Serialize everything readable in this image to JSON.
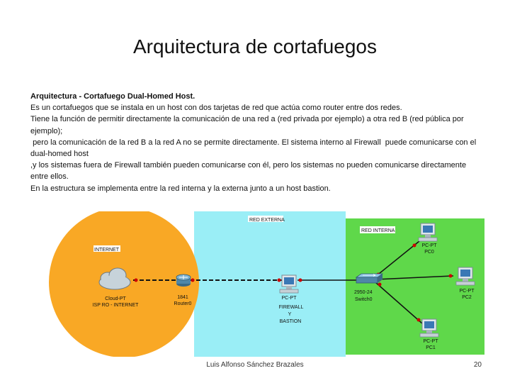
{
  "title": "Arquitectura de cortafuegos",
  "body": {
    "line1": "Arquitectura - Cortafuego Dual-Homed Host.",
    "line2": "Es un cortafuegos que se instala en un host con dos tarjetas de red que actúa como router entre dos redes.",
    "line3": "Tiene la función de permitir directamente la comunicación de una red a (red privada por ejemplo) a otra red B (red pública por ejemplo);",
    "line4": " pero la comunicación de la red B a la red A no se permite directamente. El sistema interno al Firewall  puede comunicarse con el dual-homed host",
    "line5": ",y los sistemas fuera de Firewall también pueden comunicarse con él, pero los sistemas no pueden comunicarse directamente entre ellos.",
    "line6": "En la estructura se implementa entre la red interna y la externa junto a un host bastion."
  },
  "diagram": {
    "internet_label": "INTERNET",
    "red_externa_label": "RED EXTERNA",
    "red_interna_label": "RED INTERNA",
    "cloud_label_1": "Cloud-PT",
    "cloud_label_2": "ISP RO - INTERNET",
    "router_label_1": "1841",
    "router_label_2": "Router0",
    "firewall_label_1": "PC-PT",
    "firewall_label_2": "FIREWALL",
    "firewall_label_3": "Y",
    "firewall_label_4": "BASTION",
    "switch_label_1": "2950-24",
    "switch_label_2": "Switch0",
    "pc0_label_1": "PC-PT",
    "pc0_label_2": "PC0",
    "pc1_label_1": "PC-PT",
    "pc1_label_2": "PC1",
    "pc2_label_1": "PC-PT",
    "pc2_label_2": "PC2",
    "colors": {
      "internet_zone": "#f9a825",
      "external_zone": "#99eef5",
      "internal_zone": "#66dd44",
      "link_red": "#cc0000",
      "link_black": "#111111"
    }
  },
  "footer": {
    "author": "Luis Alfonso Sánchez Brazales",
    "page_number": "20"
  }
}
